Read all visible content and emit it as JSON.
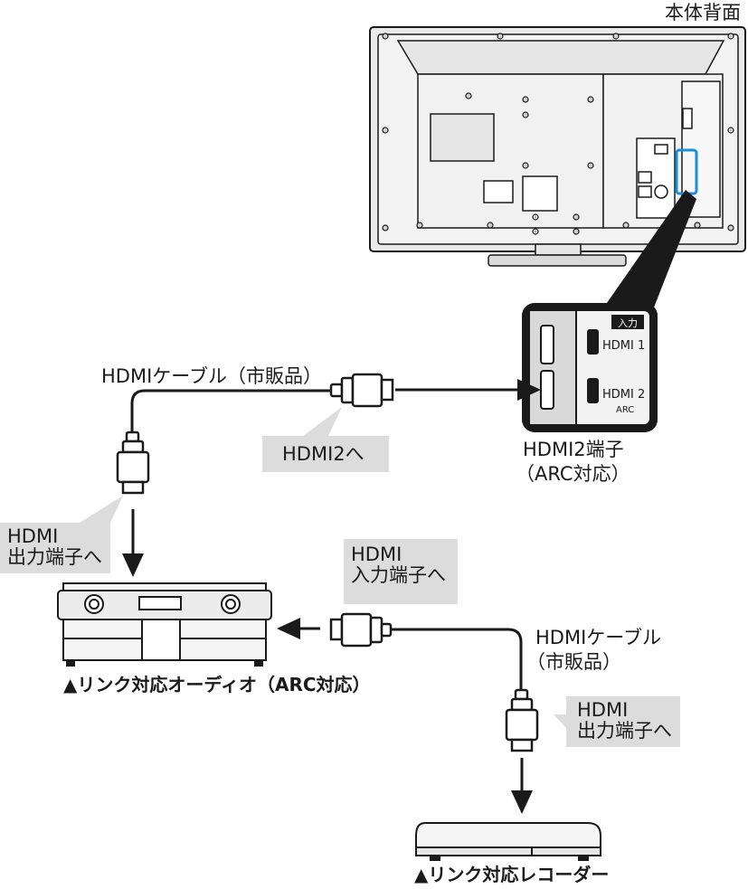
{
  "labels": {
    "tv_back": "本体背面",
    "hdmi_cable_1": "HDMIケーブル（市販品）",
    "to_hdmi2": "HDMI2へ",
    "hdmi2_terminal_line1": "HDMI2端子",
    "hdmi2_terminal_line2": "（ARC対応）",
    "audio_out_line1": "HDMI",
    "audio_out_line2": "出力端子へ",
    "audio_in_line1": "HDMI",
    "audio_in_line2": "入力端子へ",
    "hdmi_cable_2_line1": "HDMIケーブル",
    "hdmi_cable_2_line2": "（市販品）",
    "recorder_out_line1": "HDMI",
    "recorder_out_line2": "出力端子へ",
    "audio_device": "▲リンク対応オーディオ（ARC対応）",
    "recorder_device": "▲リンク対応レコーダー"
  },
  "terminal_panel": {
    "input_tag": "入力",
    "port1": "HDMI 1",
    "port2": "HDMI 2",
    "port2_sub": "ARC"
  },
  "colors": {
    "highlight": "#1a8fd6",
    "bubble": "#dcdcdc",
    "line": "#1a1a1a"
  },
  "icons": [
    "tv-back-illustration",
    "hdmi-terminal-panel",
    "hdmi-plug",
    "audio-system",
    "recorder",
    "arrow"
  ]
}
